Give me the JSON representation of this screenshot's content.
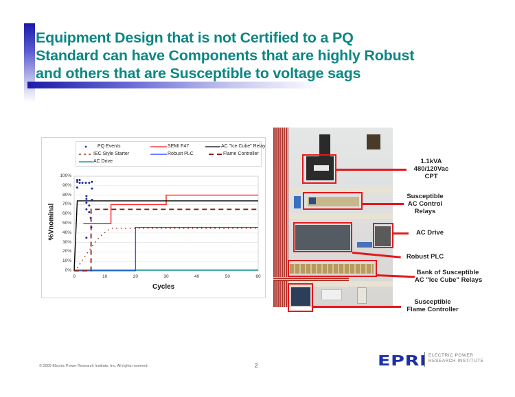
{
  "slide": {
    "title_lines": [
      "Equipment Design that is not Certified to a PQ",
      "Standard can have Components that are highly Robust",
      "and others that are Susceptible to voltage sags"
    ],
    "accent_color": "#1a1aa8",
    "title_color": "#0b8783"
  },
  "chart_data": {
    "type": "line",
    "title": "",
    "xlabel": "Cycles",
    "ylabel": "%Vnominal",
    "xlim": [
      0,
      60
    ],
    "ylim": [
      0,
      100
    ],
    "x_ticks": [
      "0",
      "10",
      "20",
      "30",
      "40",
      "50",
      "60"
    ],
    "y_ticks": [
      "0%",
      "10%",
      "20%",
      "30%",
      "40%",
      "50%",
      "60%",
      "70%",
      "80%",
      "90%",
      "100%"
    ],
    "grid": true,
    "legend_position": "top",
    "legend": [
      {
        "name": "PQ Events",
        "style": "marker",
        "color": "#1a2a9a"
      },
      {
        "name": "SEMI F47",
        "style": "solid",
        "color": "#ff1a1a"
      },
      {
        "name": "AC \"Ice Cube\" Relay",
        "style": "solid",
        "color": "#000000"
      },
      {
        "name": "IEC Style Starter",
        "style": "dotted",
        "color": "#a0302a"
      },
      {
        "name": "Robust PLC",
        "style": "solid",
        "color": "#2030ff"
      },
      {
        "name": "Flame Controller",
        "style": "dashed",
        "color": "#8b1a1a"
      },
      {
        "name": "AC Drive",
        "style": "solid",
        "color": "#1a9a98"
      }
    ],
    "series": [
      {
        "name": "PQ Events",
        "type": "scatter",
        "points": [
          [
            1,
            96
          ],
          [
            1,
            94
          ],
          [
            1.8,
            96
          ],
          [
            1.8,
            93
          ],
          [
            2.7,
            93
          ],
          [
            3.8,
            93
          ],
          [
            4.9,
            93
          ],
          [
            5.8,
            94
          ],
          [
            1,
            88
          ],
          [
            5.8,
            87
          ],
          [
            4,
            79
          ],
          [
            4,
            76
          ],
          [
            4,
            72
          ],
          [
            5.8,
            75
          ],
          [
            4.9,
            69
          ],
          [
            4,
            65
          ],
          [
            4.9,
            62
          ],
          [
            5.4,
            56
          ],
          [
            5.6,
            46
          ],
          [
            4,
            35
          ]
        ]
      },
      {
        "name": "SEMI F47",
        "points": [
          [
            3,
            50
          ],
          [
            12,
            50
          ],
          [
            12,
            70
          ],
          [
            30,
            70
          ],
          [
            30,
            80
          ],
          [
            60,
            80
          ]
        ]
      },
      {
        "name": "AC \"Ice Cube\" Relay",
        "points": [
          [
            0,
            0
          ],
          [
            1,
            74
          ],
          [
            60,
            74
          ]
        ]
      },
      {
        "name": "IEC Style Starter",
        "points": [
          [
            1,
            3
          ],
          [
            3,
            13
          ],
          [
            5,
            22
          ],
          [
            7,
            31
          ],
          [
            9,
            38
          ],
          [
            11,
            43
          ],
          [
            12,
            45
          ],
          [
            60,
            45
          ]
        ]
      },
      {
        "name": "Robust PLC",
        "points": [
          [
            0,
            0
          ],
          [
            20,
            0
          ],
          [
            20,
            46
          ],
          [
            60,
            46
          ]
        ]
      },
      {
        "name": "Flame Controller",
        "points": [
          [
            0,
            0
          ],
          [
            5.5,
            0
          ],
          [
            5.5,
            65
          ],
          [
            60,
            65
          ]
        ]
      },
      {
        "name": "AC Drive",
        "points": [
          [
            0,
            0.8
          ],
          [
            60,
            0.8
          ]
        ]
      }
    ]
  },
  "photo": {
    "alt": "Industrial control panel with labeled components",
    "labels": [
      {
        "id": "cpt",
        "lines": [
          "1.1kVA",
          "480/120Vac",
          "CPT"
        ]
      },
      {
        "id": "control-relays",
        "lines": [
          "Susceptible",
          "AC Control",
          "Relays"
        ]
      },
      {
        "id": "ac-drive",
        "lines": [
          "AC Drive"
        ]
      },
      {
        "id": "plc",
        "lines": [
          "Robust PLC"
        ]
      },
      {
        "id": "ice-cube-relays",
        "lines": [
          "Bank of Susceptible",
          "AC \"Ice Cube\" Relays"
        ]
      },
      {
        "id": "flame-controller",
        "lines": [
          "Susceptible",
          "Flame Controller"
        ]
      }
    ],
    "highlight_color": "#e3181c"
  },
  "footer": {
    "copyright": "© 2009 Electric Power Research Institute, Inc. All rights reserved.",
    "page_number": "2",
    "logo_mark": "EPRI",
    "logo_text_lines": [
      "ELECTRIC POWER",
      "RESEARCH INSTITUTE"
    ]
  }
}
